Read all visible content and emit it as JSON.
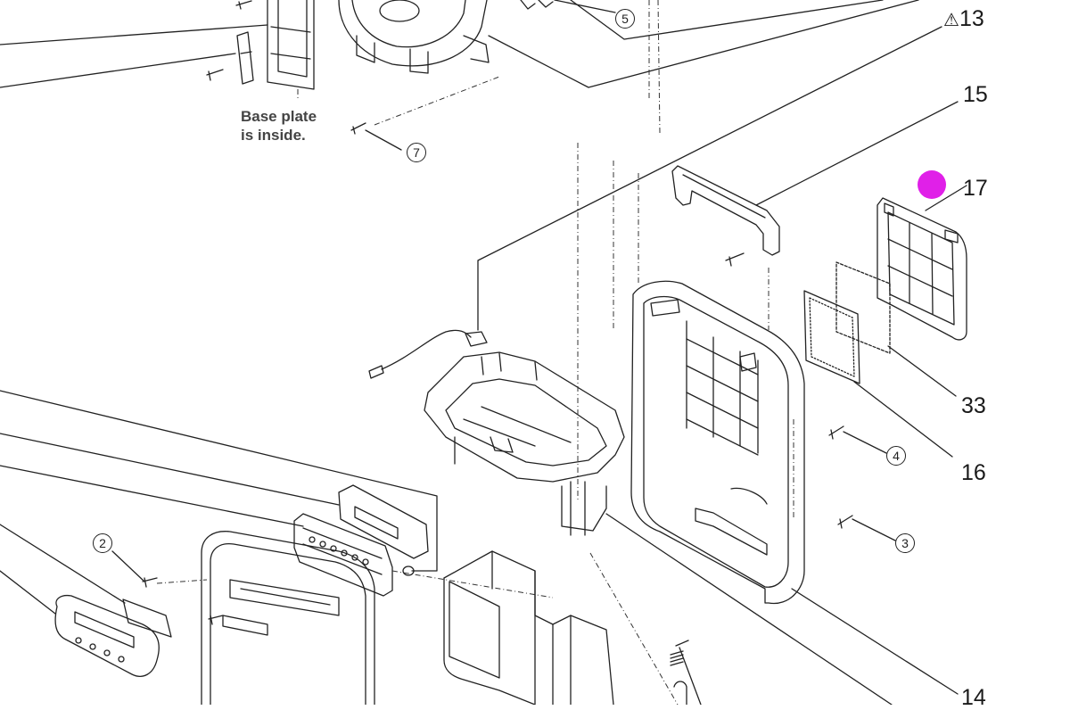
{
  "diagram": {
    "callouts": {
      "c13_symbol": "⚠",
      "c13": "13",
      "c15": "15",
      "c17": "17",
      "c33": "33",
      "c16": "16",
      "c14": "14"
    },
    "circled": {
      "n5": "5",
      "n7": "7",
      "n4": "4",
      "n3": "3",
      "n2": "2"
    },
    "note": {
      "line1": "Base plate",
      "line2": "is inside."
    },
    "marker_color": "#e020e8"
  }
}
